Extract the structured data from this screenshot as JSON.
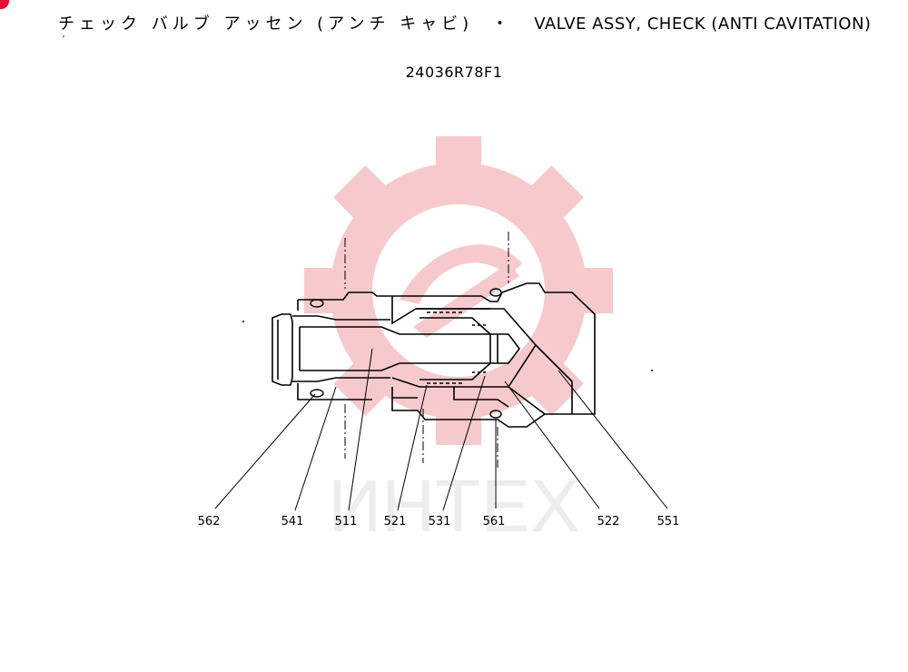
{
  "header": {
    "title_jp": "チェック バルブ アッセン (アンチ キャビ)",
    "separator": "・",
    "title_en": "VALVE ASSY, CHECK (ANTI CAVITATION)",
    "part_number": "24036R78F1"
  },
  "watermark": {
    "text": "ИНТЕХ",
    "color": "#f3b9bb"
  },
  "callouts": [
    {
      "id": "562"
    },
    {
      "id": "541"
    },
    {
      "id": "511"
    },
    {
      "id": "521"
    },
    {
      "id": "531"
    },
    {
      "id": "561"
    },
    {
      "id": "522"
    },
    {
      "id": "551"
    }
  ],
  "colors": {
    "ink": "#000000",
    "watermark": "#f3b9bb",
    "corner_mark": "#e01030"
  }
}
